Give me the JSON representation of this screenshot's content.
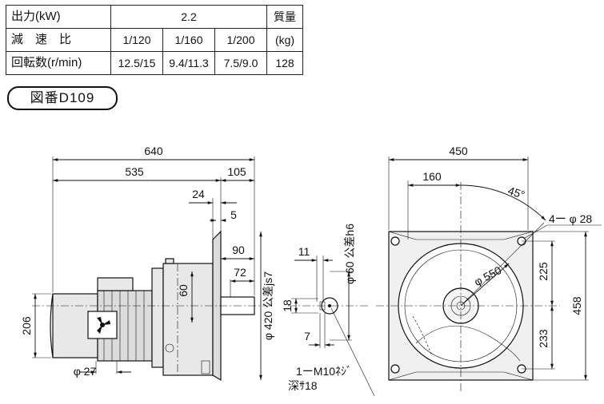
{
  "spec_table": {
    "output_label": "出力(kW)",
    "output_value": "2.2",
    "mass_header_1": "質量",
    "mass_header_2": "(kg)",
    "ratio_label": "減　速　比",
    "ratios": [
      "1/120",
      "1/160",
      "1/200"
    ],
    "speed_label": "回転数(r/min)",
    "speeds": [
      "12.5/15",
      "9.4/11.3",
      "7.5/9.0"
    ],
    "mass_value": "128"
  },
  "drawing_number": "図番D109",
  "dimensions": {
    "overall_length": "640",
    "motor_length": "535",
    "flange_to_end": "105",
    "dim_24": "24",
    "dim_5": "5",
    "dim_90": "90",
    "dim_72": "72",
    "dim_60": "60",
    "height_206": "206",
    "cable_dia": "φ 27",
    "flange_dia": "φ 420 公差js7",
    "shaft_dia": "φ 60 公差h6",
    "key_11": "11",
    "key_18": "18",
    "key_7": "7",
    "tap_note_1": "1ーM10ﾈｼﾞ",
    "tap_note_2": "深ｻ18",
    "front_width": "450",
    "dim_160": "160",
    "angle_45": "45°",
    "bolt_holes": "4ー φ 28",
    "pcd": "φ 550",
    "dim_225": "225",
    "dim_233": "233",
    "height_458": "458"
  },
  "colors": {
    "line": "#111111",
    "fill_body": "#e8e8e8",
    "background": "#ffffff"
  }
}
